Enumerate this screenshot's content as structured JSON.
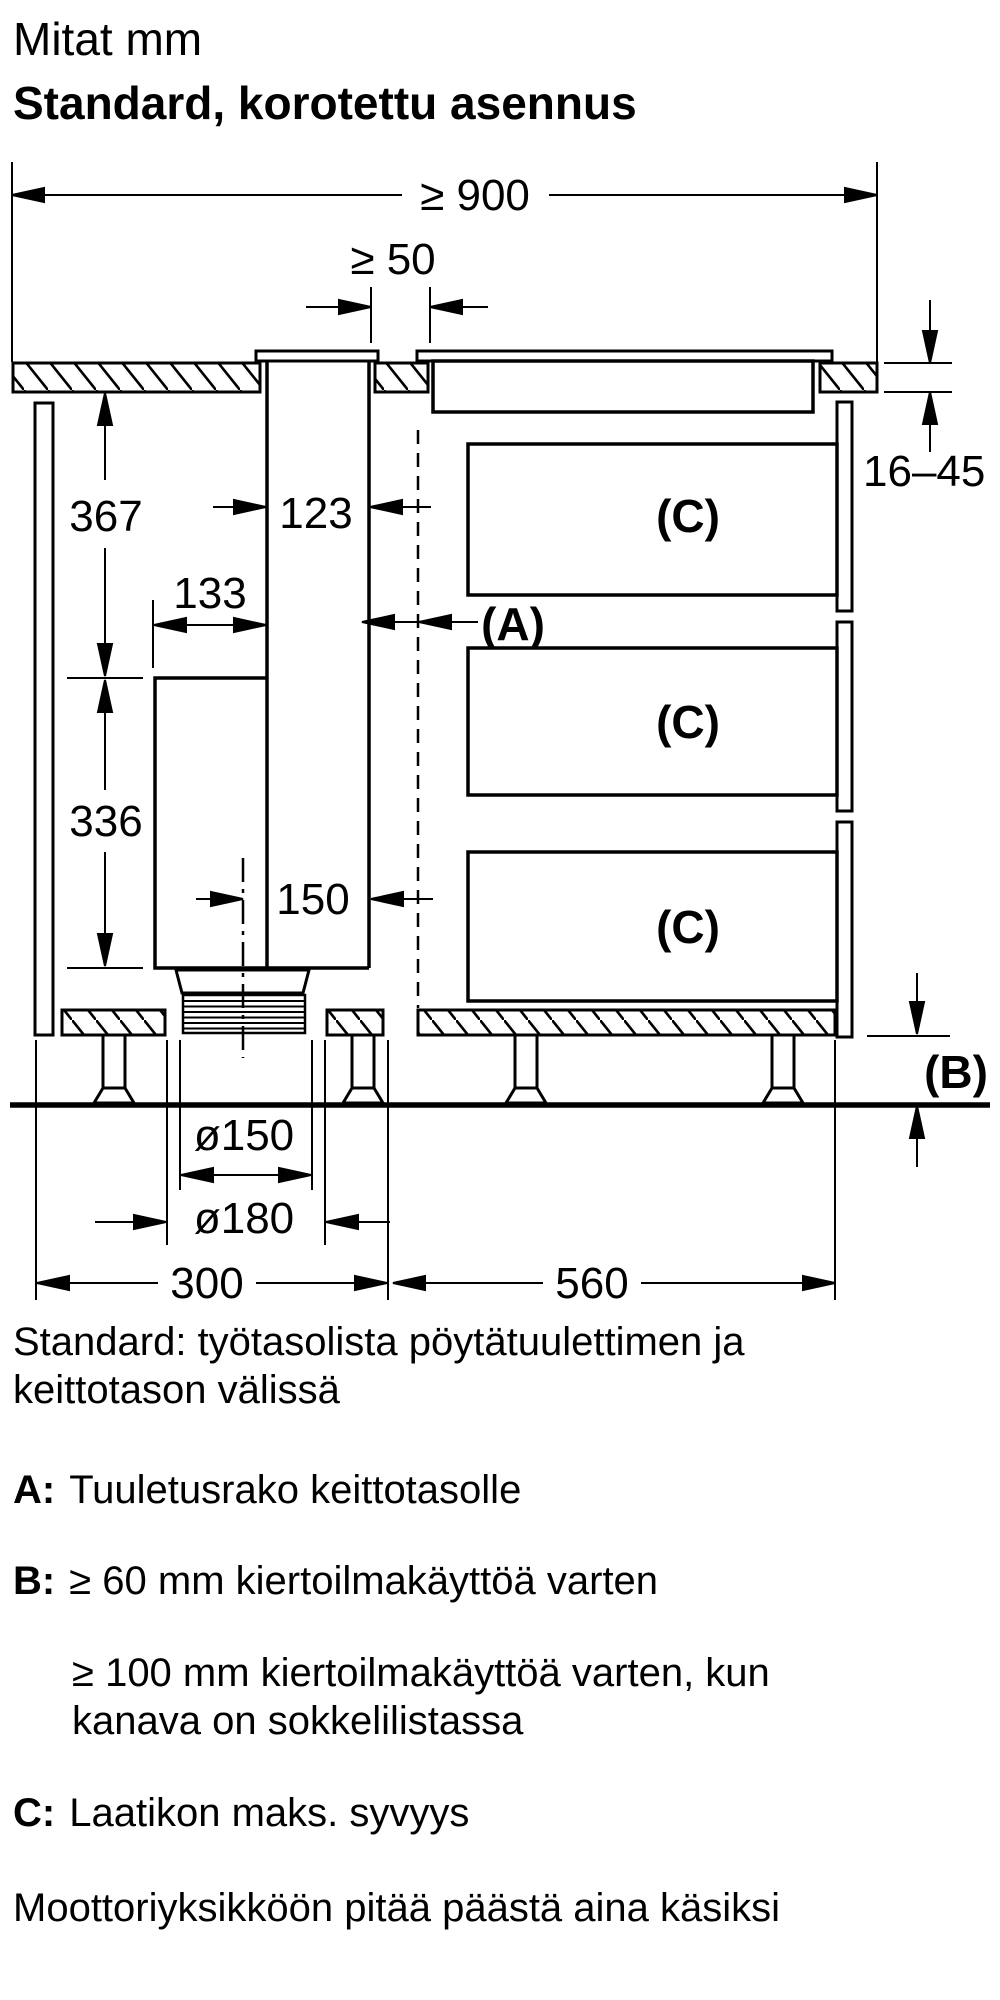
{
  "title": {
    "subtitle": "Mitat mm",
    "heading": "Standard, korotettu asennus"
  },
  "dimensions": {
    "min_worktop_width": "≥ 900",
    "min_gap": "≥ 50",
    "worktop_thickness": "16–45",
    "upper_depth": "367",
    "duct_width": "123",
    "duct_offset": "133",
    "lower_depth": "336",
    "center_to_edge": "150",
    "duct_diameter_inner": "ø150",
    "duct_diameter_outer": "ø180",
    "left_cabinet_width": "300",
    "right_cabinet_width": "560"
  },
  "callouts": {
    "a": "(A)",
    "b": "(B)",
    "c": "(C)"
  },
  "notes": {
    "intro_line1": "Standard: työtasolista pöytätuulettimen ja",
    "intro_line2": "keittotason välissä",
    "a_label": "A:",
    "a_text": "Tuuletusrako keittotasolle",
    "b_label": "B:",
    "b_text": "≥ 60 mm kiertoilmakäyttöä varten",
    "b_text2_line1": "≥ 100 mm kiertoilmakäyttöä varten, kun",
    "b_text2_line2": "kanava on sokkelilistassa",
    "c_label": "C:",
    "c_text": "Laatikon maks. syvyys",
    "footer": "Moottoriyksikköön pitää päästä aina käsiksi"
  }
}
